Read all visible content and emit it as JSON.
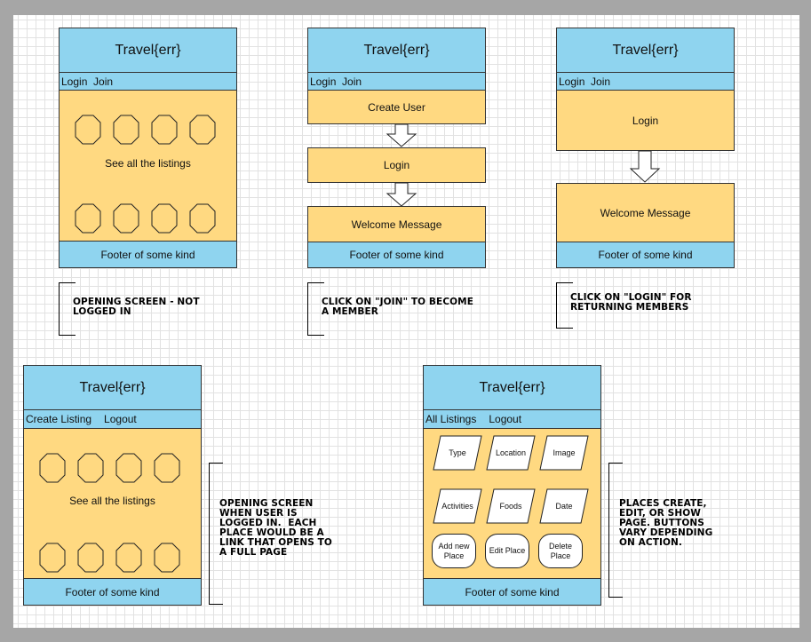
{
  "app_title": "Travel{err}",
  "footer": "Footer of some kind",
  "screen1": {
    "nav": "Login  Join",
    "body": "See all the listings",
    "note": "OPENING SCREEN - NOT\nLOGGED IN"
  },
  "screen2": {
    "nav": "Login  Join",
    "step1": "Create User",
    "step2": "Login",
    "step3": "Welcome Message",
    "note": "CLICK ON \"JOIN\" TO BECOME\nA MEMBER"
  },
  "screen3": {
    "nav": "Login  Join",
    "step1": "Login",
    "step2": "Welcome Message",
    "note": "CLICK ON \"LOGIN\" FOR\nRETURNING MEMBERS"
  },
  "screen4": {
    "nav_left": "Create Listing",
    "nav_right": "Logout",
    "body": "See all the listings",
    "note": "OPENING SCREEN\nWHEN USER IS\nLOGGED IN.  EACH\nPLACE WOULD BE A\nLINK THAT OPENS TO\nA FULL PAGE"
  },
  "screen5": {
    "nav_left": "All Listings",
    "nav_right": "Logout",
    "fields": [
      "Type",
      "Location",
      "Image",
      "Activities",
      "Foods",
      "Date"
    ],
    "buttons": [
      "Add new\nPlace",
      "Edit Place",
      "Delete\nPlace"
    ],
    "note": "PLACES CREATE,\nEDIT, OR SHOW\nPAGE. BUTTONS\nVARY DEPENDING\nON ACTION."
  },
  "colors": {
    "header_blue": "#8fd4ef",
    "body_yellow": "#ffd981",
    "paper": "#ffffff",
    "frame": "#a6a6a6"
  }
}
